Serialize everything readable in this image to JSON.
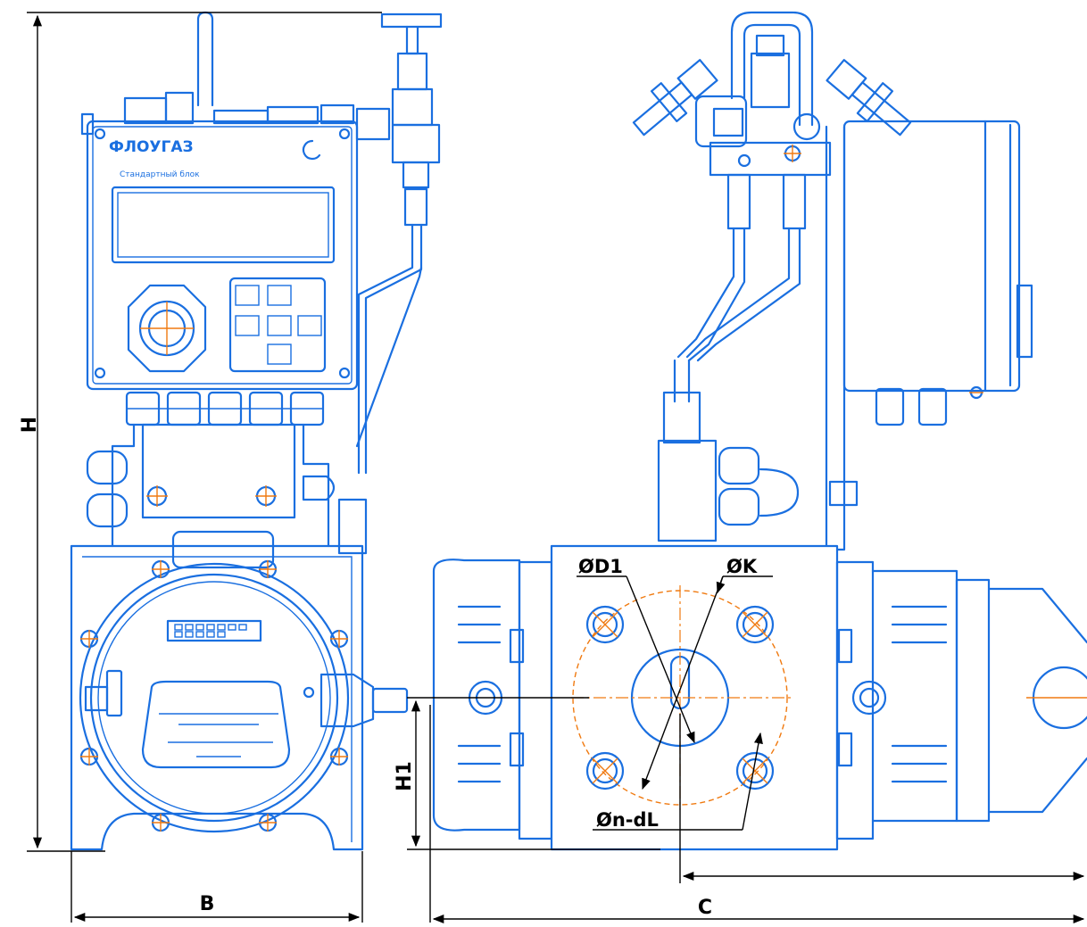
{
  "dimensions": {
    "height": "H",
    "height_axis": "H1",
    "width": "B",
    "length": "C"
  },
  "flange": {
    "bore_diameter": "ØD1",
    "bolt_circle_diameter": "ØK",
    "bolt_holes": "Øn-dL"
  },
  "device": {
    "brand": "ФЛОУГАЗ",
    "subtitle": "Стандартный блок"
  },
  "colors": {
    "drawing": "#1a6fe0",
    "centerlines": "#f07a10",
    "dimensions": "#000000"
  }
}
